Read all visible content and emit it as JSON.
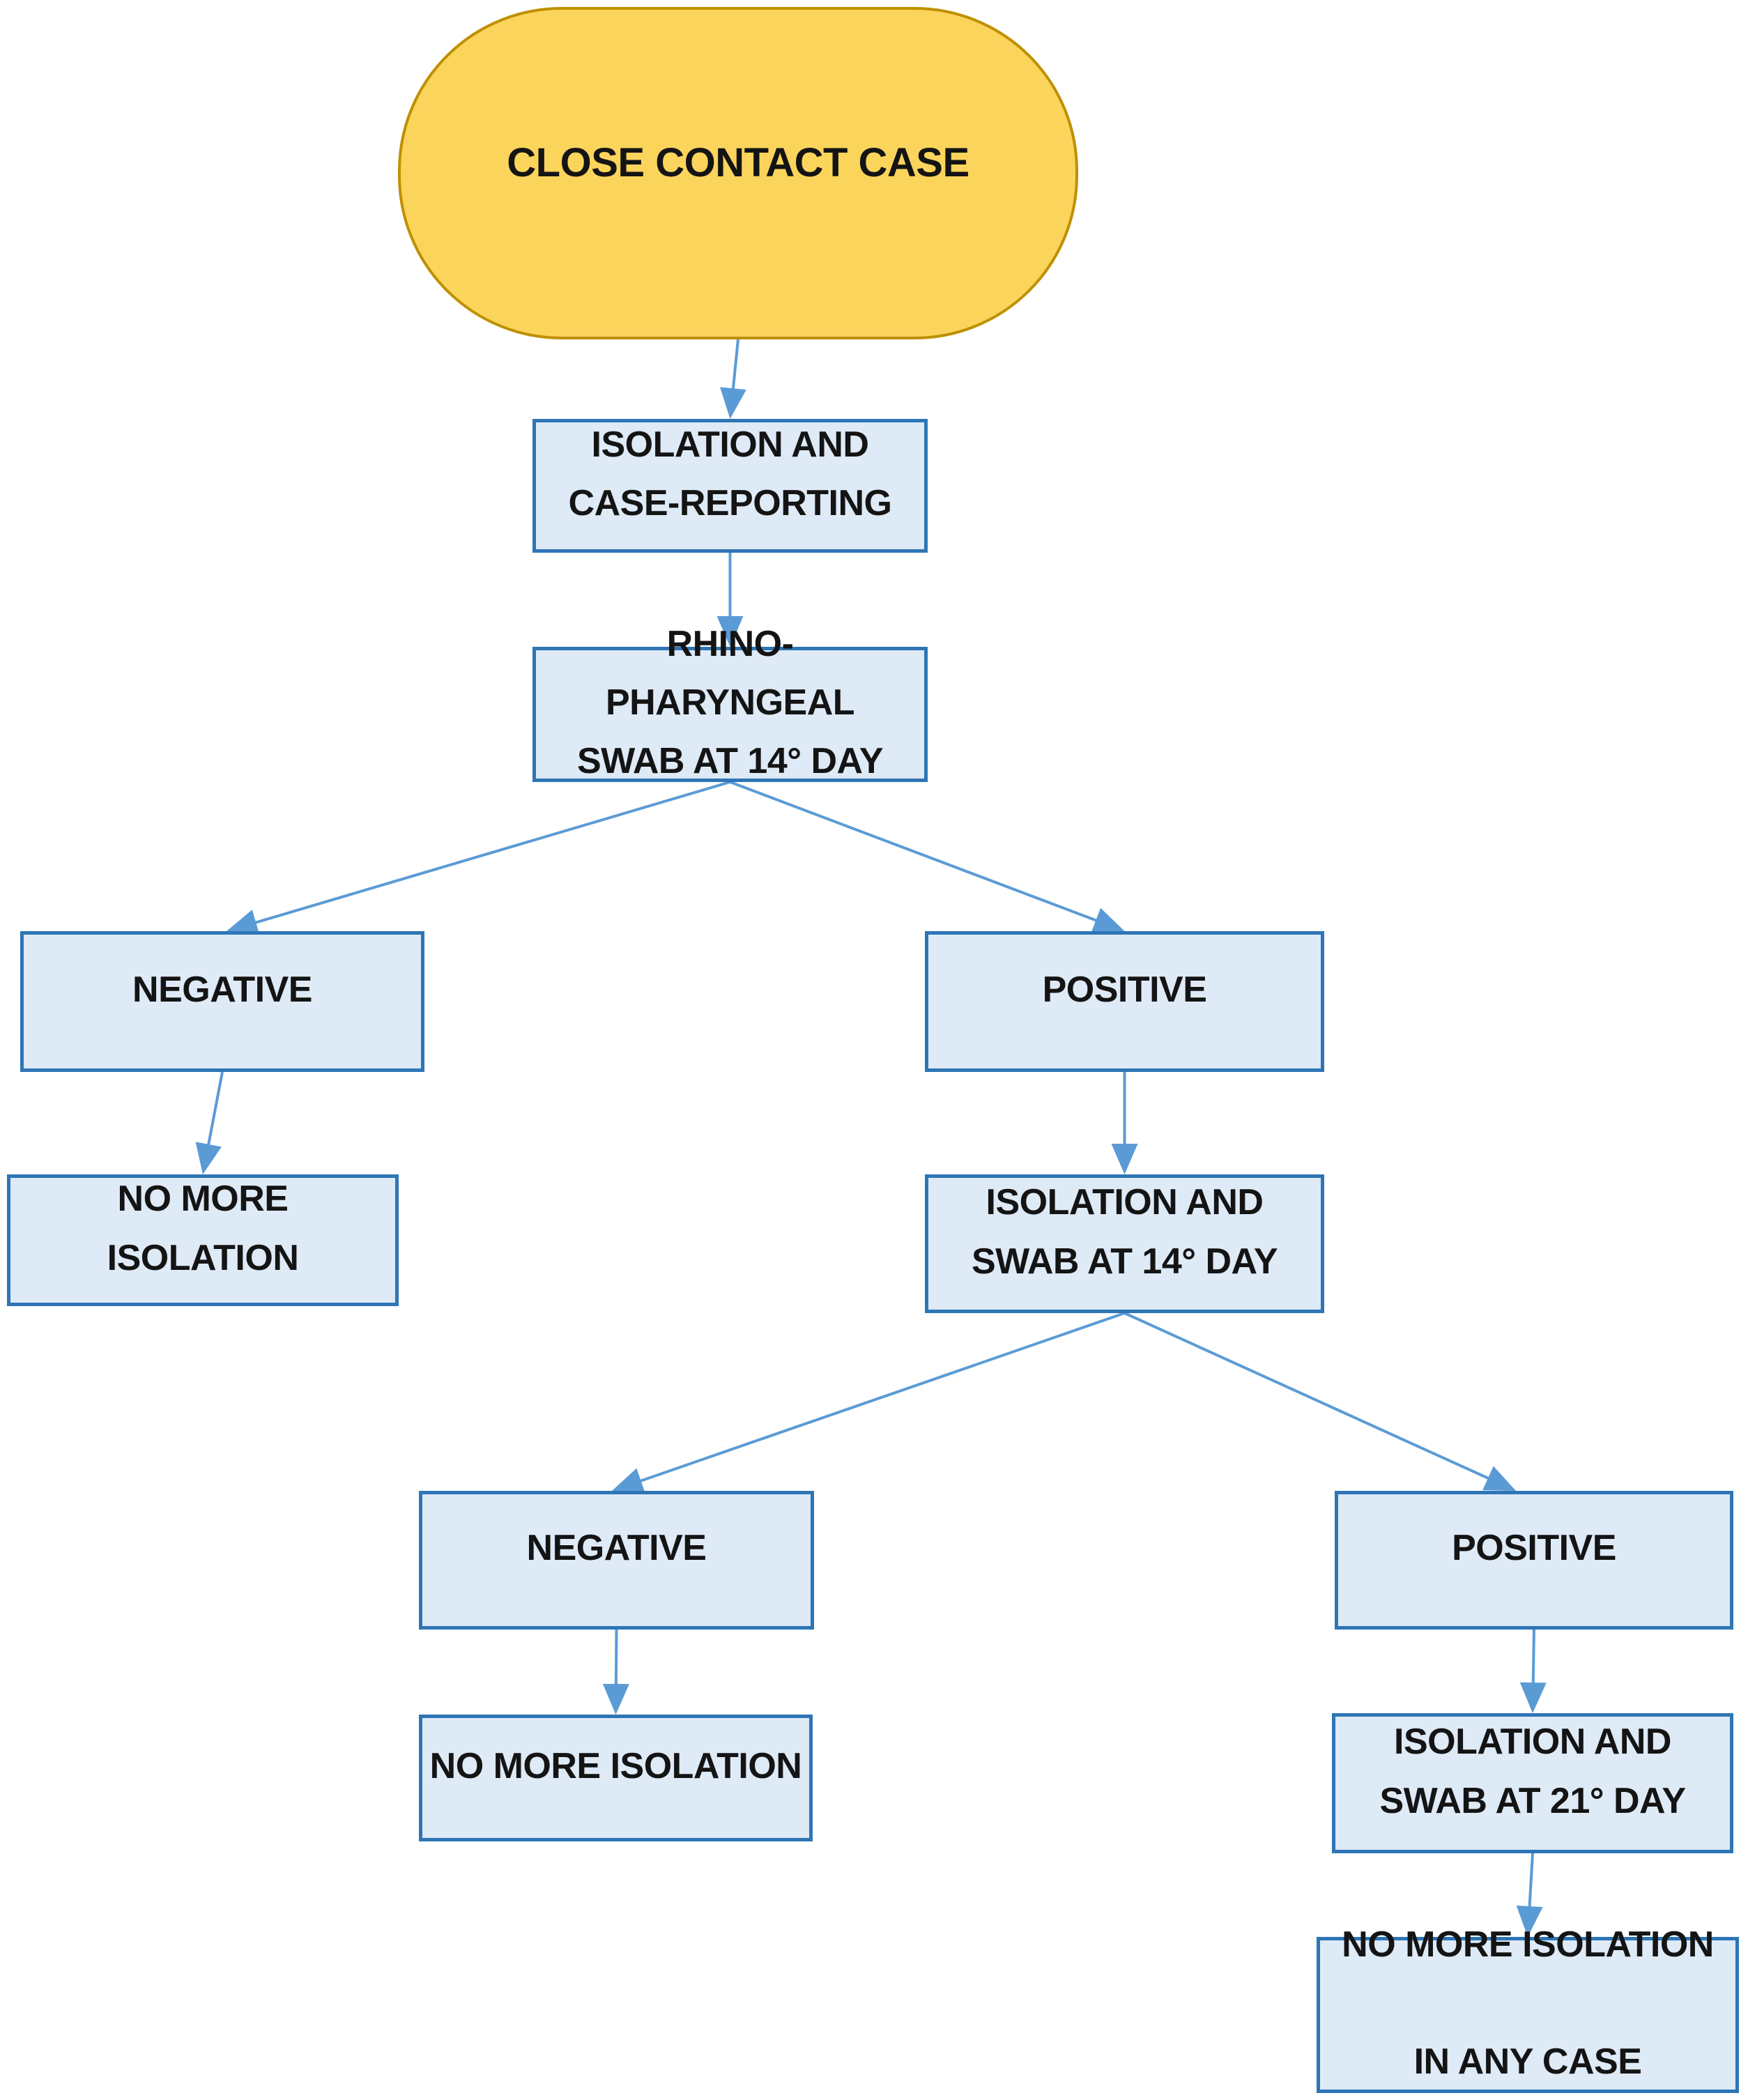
{
  "diagram": {
    "nodes": [
      {
        "id": "close-contact-case",
        "label": "CLOSE CONTACT CASE",
        "shape": "terminator"
      },
      {
        "id": "isolation-case-reporting",
        "label": "ISOLATION AND\nCASE-REPORTING",
        "shape": "process"
      },
      {
        "id": "rhino-pharyngeal-swab-14",
        "label": "RHINO-PHARYNGEAL\nSWAB AT 14° DAY",
        "shape": "process"
      },
      {
        "id": "negative-1",
        "label": "NEGATIVE",
        "shape": "process"
      },
      {
        "id": "positive-1",
        "label": "POSITIVE",
        "shape": "process"
      },
      {
        "id": "no-more-isolation-1",
        "label": "NO MORE ISOLATION",
        "shape": "process"
      },
      {
        "id": "isolation-swab-14",
        "label": "ISOLATION AND\nSWAB AT 14° DAY",
        "shape": "process"
      },
      {
        "id": "negative-2",
        "label": "NEGATIVE",
        "shape": "process"
      },
      {
        "id": "positive-2",
        "label": "POSITIVE",
        "shape": "process"
      },
      {
        "id": "no-more-isolation-2",
        "label": "NO MORE ISOLATION",
        "shape": "process"
      },
      {
        "id": "isolation-swab-21",
        "label": "ISOLATION AND\nSWAB AT 21° DAY",
        "shape": "process"
      },
      {
        "id": "no-more-isolation-any-case",
        "label": "NO MORE ISOLATION\n\nIN ANY CASE",
        "shape": "process"
      }
    ],
    "edges": [
      {
        "from": "close-contact-case",
        "to": "isolation-case-reporting"
      },
      {
        "from": "isolation-case-reporting",
        "to": "rhino-pharyngeal-swab-14"
      },
      {
        "from": "rhino-pharyngeal-swab-14",
        "to": "negative-1"
      },
      {
        "from": "rhino-pharyngeal-swab-14",
        "to": "positive-1"
      },
      {
        "from": "negative-1",
        "to": "no-more-isolation-1"
      },
      {
        "from": "positive-1",
        "to": "isolation-swab-14"
      },
      {
        "from": "isolation-swab-14",
        "to": "negative-2"
      },
      {
        "from": "isolation-swab-14",
        "to": "positive-2"
      },
      {
        "from": "negative-2",
        "to": "no-more-isolation-2"
      },
      {
        "from": "positive-2",
        "to": "isolation-swab-21"
      },
      {
        "from": "isolation-swab-21",
        "to": "no-more-isolation-any-case"
      }
    ],
    "colors": {
      "terminator_fill": "#FBD45C",
      "terminator_border": "#BF9000",
      "process_fill": "#DEEAF6",
      "process_border": "#2E75B6",
      "arrow": "#5B9BD5",
      "text": "#141414",
      "background": "#FFFFFF"
    }
  }
}
